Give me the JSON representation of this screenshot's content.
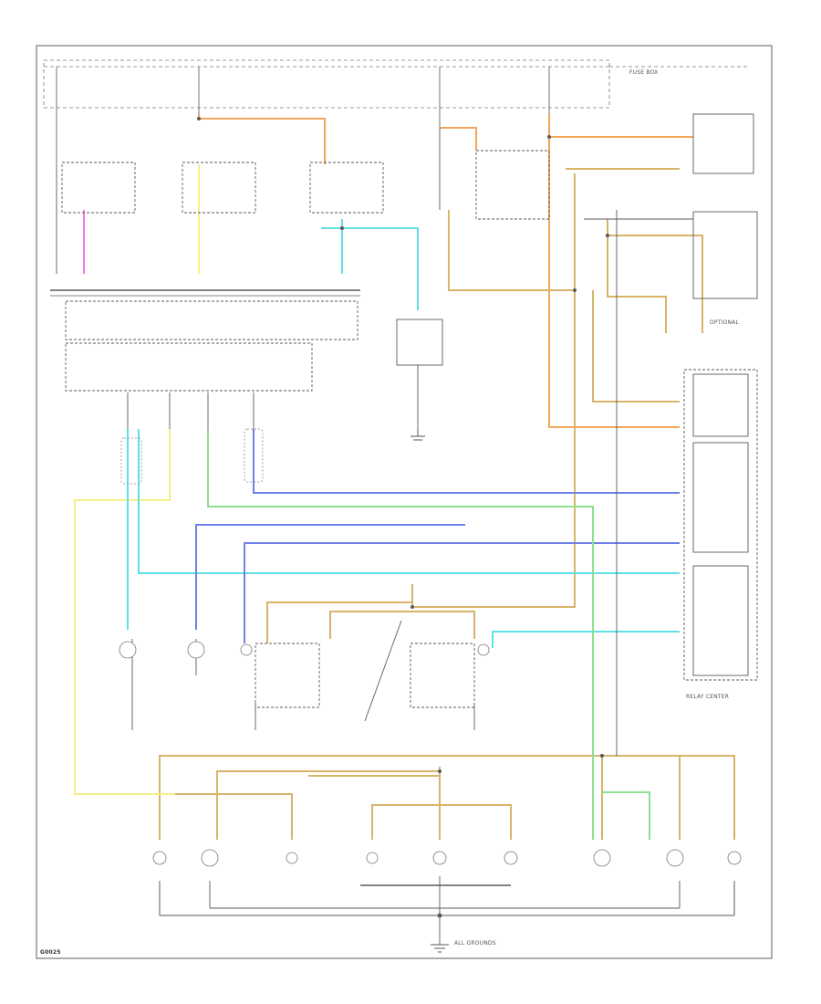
{
  "labels": {
    "fuse_box": "FUSE BOX",
    "relay_center": "RELAY CENTER",
    "optional": "OPTIONAL",
    "ground_note": "ALL GROUNDS",
    "diagram_code": "G0025"
  },
  "wire_colors": {
    "orange": "#f2a65a",
    "tan": "#d8b46a",
    "yellow": "#f5ef8a",
    "cyan": "#5fe0e6",
    "blue": "#6f80e6",
    "green": "#8ee08e",
    "pink": "#f07ae6",
    "black": "#5a5a5a"
  }
}
